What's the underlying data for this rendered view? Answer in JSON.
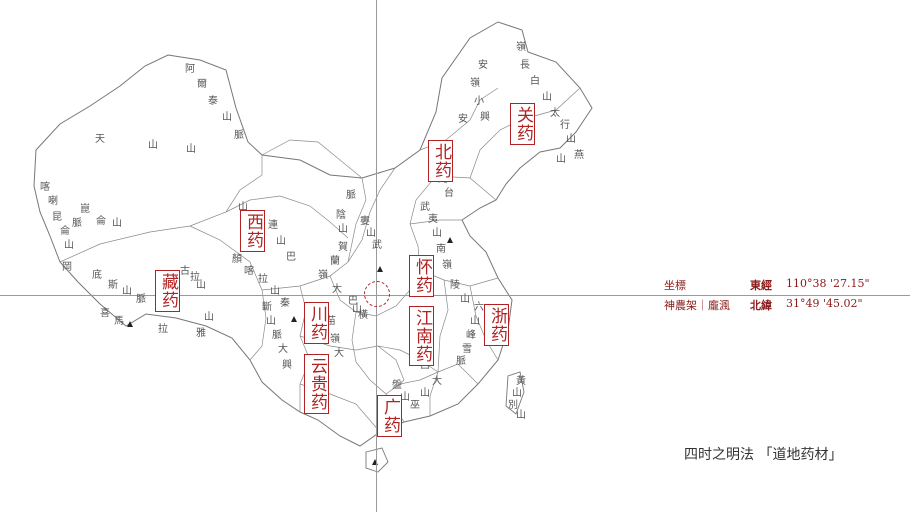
{
  "regions": [
    {
      "id": "guan",
      "text": "关药"
    },
    {
      "id": "bei",
      "text": "北药"
    },
    {
      "id": "xi",
      "text": "西药"
    },
    {
      "id": "huai",
      "text": "怀药"
    },
    {
      "id": "zang",
      "text": "藏药"
    },
    {
      "id": "chuan",
      "text": "川药"
    },
    {
      "id": "jiangnan",
      "text": "江南药"
    },
    {
      "id": "zhe",
      "text": "浙药"
    },
    {
      "id": "yungui",
      "text": "云贵药"
    },
    {
      "id": "guang",
      "text": "广药"
    }
  ],
  "coordinates": {
    "label_top": "坐標",
    "label_bottom": "神農架｜龐渢",
    "longitude_label": "東經",
    "longitude_value": "110°38 '27.15\"",
    "latitude_label": "北緯",
    "latitude_value": "31°49 '45.02\""
  },
  "footer_title": "四时之明法 「道地药材」",
  "map_labels": [
    "阿",
    "爾",
    "泰",
    "山",
    "脈",
    "天",
    "山",
    "山",
    "喀",
    "喇",
    "昆",
    "侖",
    "山",
    "脈",
    "崑",
    "侖",
    "山",
    "脈",
    "唐",
    "古",
    "拉",
    "山",
    "岡",
    "底",
    "斯",
    "山",
    "脈",
    "喜",
    "馬",
    "拉",
    "雅",
    "山",
    "脈",
    "陰",
    "山",
    "賀",
    "蘭",
    "山",
    "祁",
    "連",
    "山",
    "巴",
    "顏",
    "喀",
    "拉",
    "山",
    "秦",
    "嶺",
    "大",
    "巴",
    "山",
    "橫",
    "斷",
    "山",
    "脈",
    "大",
    "興",
    "安",
    "嶺",
    "小",
    "興",
    "安",
    "嶺",
    "長",
    "白",
    "山",
    "太",
    "行",
    "山",
    "燕",
    "山",
    "武",
    "夷",
    "山",
    "南",
    "嶺",
    "台",
    "灣",
    "山",
    "脈",
    "雪",
    "峰",
    "山",
    "六",
    "盤",
    "山",
    "巫",
    "山",
    "大",
    "別",
    "山",
    "黃",
    "山",
    "呂",
    "梁",
    "山",
    "苗",
    "嶺",
    "大",
    "婁",
    "山",
    "武",
    "陵",
    "山"
  ],
  "colors": {
    "accent": "#b22222",
    "boundary": "#777777",
    "crosshair": "#9a9a9a"
  }
}
